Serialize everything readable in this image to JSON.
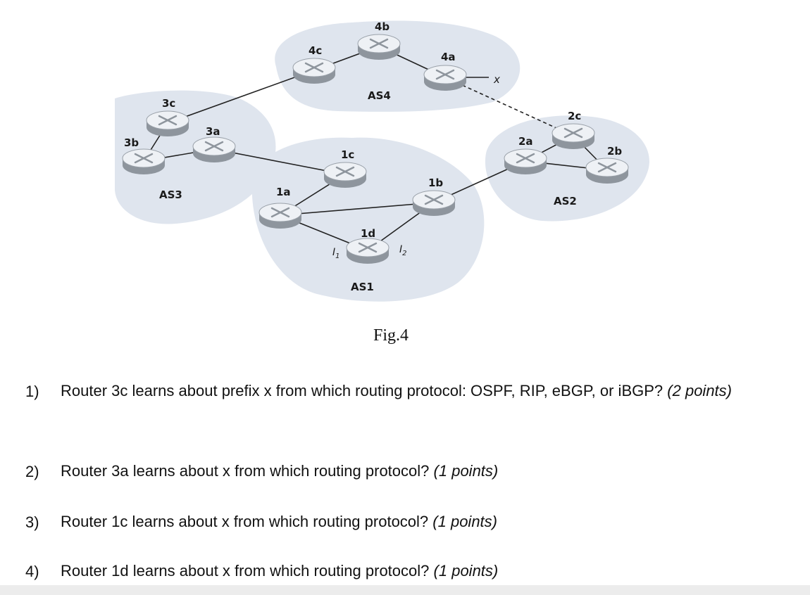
{
  "figure": {
    "caption": "Fig.4",
    "autonomous_systems": [
      {
        "id": "AS1",
        "label": "AS1"
      },
      {
        "id": "AS2",
        "label": "AS2"
      },
      {
        "id": "AS3",
        "label": "AS3"
      },
      {
        "id": "AS4",
        "label": "AS4"
      }
    ],
    "routers": [
      {
        "id": "1a",
        "label": "1a",
        "as": "AS1"
      },
      {
        "id": "1b",
        "label": "1b",
        "as": "AS1"
      },
      {
        "id": "1c",
        "label": "1c",
        "as": "AS1"
      },
      {
        "id": "1d",
        "label": "1d",
        "as": "AS1"
      },
      {
        "id": "2a",
        "label": "2a",
        "as": "AS2"
      },
      {
        "id": "2b",
        "label": "2b",
        "as": "AS2"
      },
      {
        "id": "2c",
        "label": "2c",
        "as": "AS2"
      },
      {
        "id": "3a",
        "label": "3a",
        "as": "AS3"
      },
      {
        "id": "3b",
        "label": "3b",
        "as": "AS3"
      },
      {
        "id": "3c",
        "label": "3c",
        "as": "AS3"
      },
      {
        "id": "4a",
        "label": "4a",
        "as": "AS4"
      },
      {
        "id": "4b",
        "label": "4b",
        "as": "AS4"
      },
      {
        "id": "4c",
        "label": "4c",
        "as": "AS4"
      }
    ],
    "links": [
      {
        "from": "3c",
        "to": "4c",
        "style": "solid"
      },
      {
        "from": "4c",
        "to": "4b",
        "style": "solid"
      },
      {
        "from": "4b",
        "to": "4a",
        "style": "solid"
      },
      {
        "from": "4a",
        "to": "2c",
        "style": "dashed"
      },
      {
        "from": "3c",
        "to": "3b",
        "style": "solid"
      },
      {
        "from": "3b",
        "to": "3a",
        "style": "solid"
      },
      {
        "from": "3a",
        "to": "1c",
        "style": "solid"
      },
      {
        "from": "1c",
        "to": "1a",
        "style": "solid"
      },
      {
        "from": "1a",
        "to": "1b",
        "style": "solid"
      },
      {
        "from": "1a",
        "to": "1d",
        "style": "solid"
      },
      {
        "from": "1d",
        "to": "1b",
        "style": "solid"
      },
      {
        "from": "1b",
        "to": "2a",
        "style": "solid"
      },
      {
        "from": "2a",
        "to": "2c",
        "style": "solid"
      },
      {
        "from": "2a",
        "to": "2b",
        "style": "solid"
      },
      {
        "from": "2c",
        "to": "2b",
        "style": "solid"
      }
    ],
    "external_prefix": {
      "label": "x",
      "attached_to": "4a"
    },
    "interfaces": [
      {
        "label": "I",
        "sub": "1"
      },
      {
        "label": "I",
        "sub": "2"
      }
    ],
    "colors": {
      "as_region": "#dfe5ee",
      "router_top": "#eef1f5",
      "router_side": "#8e959d",
      "link": "#222222"
    }
  },
  "questions": [
    {
      "num": "1)",
      "text": "Router 3c learns about prefix x from which routing protocol: OSPF, RIP, eBGP, or iBGP?",
      "points": "(2 points)"
    },
    {
      "num": "2)",
      "text": "Router 3a learns about x from which routing protocol?",
      "points": "(1 points)"
    },
    {
      "num": "3)",
      "text": "Router 1c learns about x from which routing protocol?",
      "points": "(1 points)"
    },
    {
      "num": "4)",
      "text": "Router 1d learns about x from which routing protocol?",
      "points": "(1 points)"
    }
  ]
}
